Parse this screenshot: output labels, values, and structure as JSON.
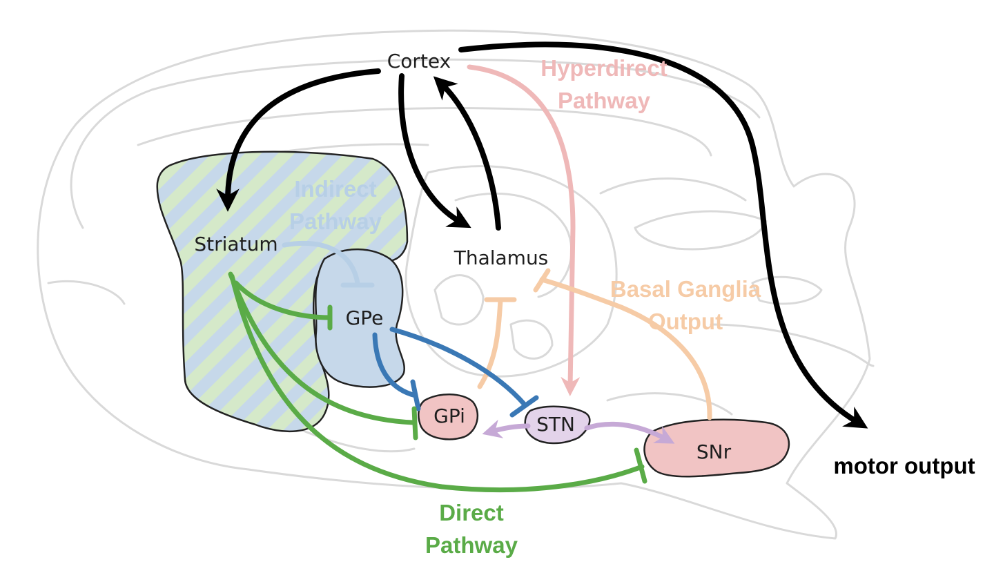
{
  "nodes": {
    "cortex": "Cortex",
    "striatum": "Striatum",
    "thalamus": "Thalamus",
    "gpe": "GPe",
    "gpi": "GPi",
    "stn": "STN",
    "snr": "SNr"
  },
  "pathways": {
    "hyperdirect": [
      "Hyperdirect",
      "Pathway"
    ],
    "indirect": [
      "Indirect",
      "Pathway"
    ],
    "basal_ganglia_output": [
      "Basal Ganglia",
      "Output"
    ],
    "direct": [
      "Direct",
      "Pathway"
    ]
  },
  "output_label": "motor output",
  "colors": {
    "cortical_arrows": "#000000",
    "hyperdirect": "#efb8b8",
    "indirect_label": "#b7cfe6",
    "indirect_arrows": "#3a78b5",
    "basal_ganglia_output": "#f6cba6",
    "direct": "#5aab47",
    "stn_projection": "#c6a9d6",
    "striatum_fill_blue": "#c6d8ea",
    "striatum_fill_green": "#d5e9c9",
    "gpe_fill": "#c6d8ea",
    "gpi_fill": "#f1c4c4",
    "stn_fill": "#e3d3ea",
    "snr_fill": "#f1c4c4",
    "brain_outline": "#d9d9d9"
  }
}
